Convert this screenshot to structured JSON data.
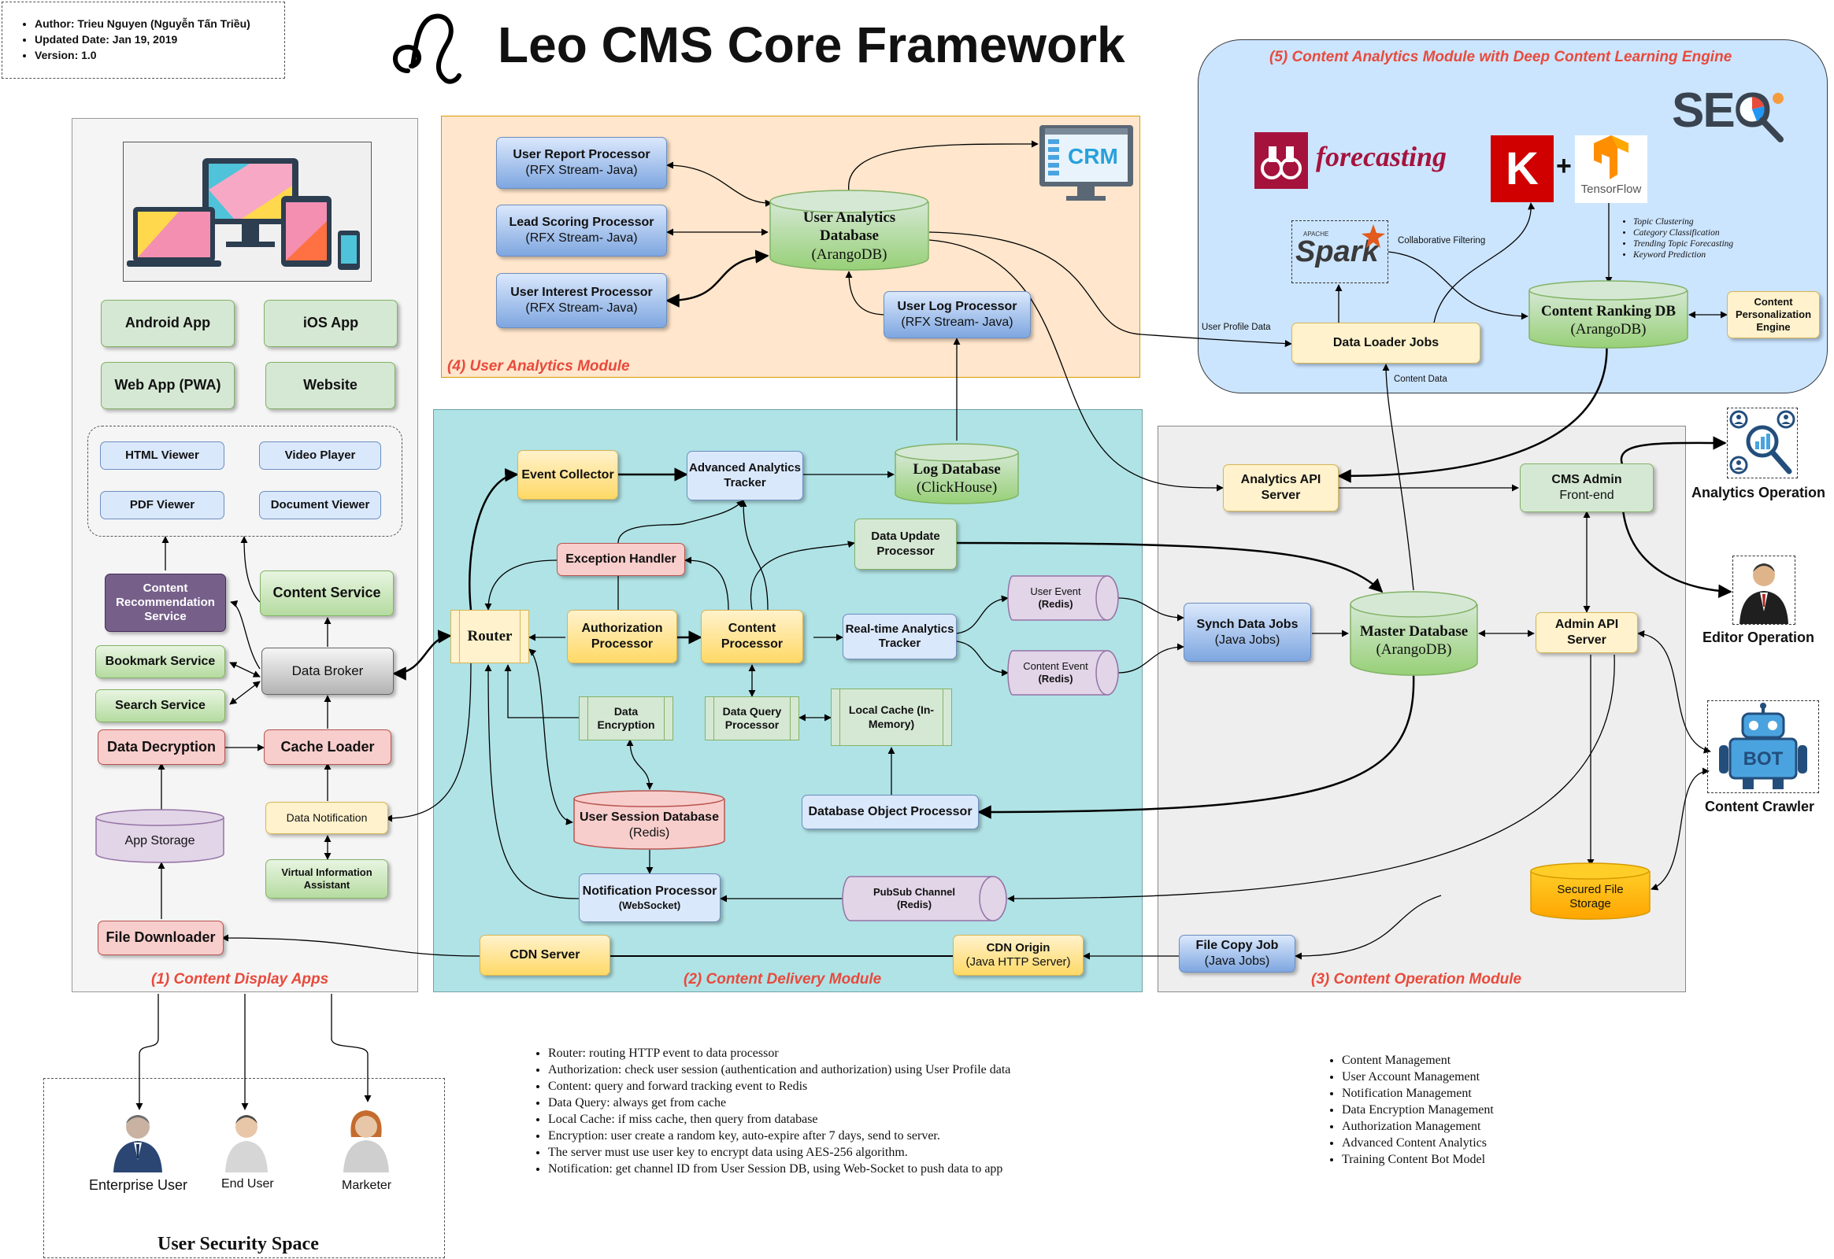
{
  "header": {
    "title": "Leo CMS Core Framework",
    "meta": [
      "Author: Trieu Nguyen (Nguyễn Tấn Triều)",
      "Updated Date: Jan 19, 2019",
      "Version: 1.0"
    ]
  },
  "panels": {
    "display": "(1) Content Display Apps",
    "delivery": "(2) Content Delivery Module",
    "operation": "(3) Content Operation Module",
    "analytics": "(4) User Analytics Module",
    "learning": "(5) Content Analytics Module with Deep Content Learning Engine",
    "security": "User Security Space"
  },
  "display": {
    "android": "Android App",
    "ios": "iOS App",
    "webapp": "Web App (PWA)",
    "website": "Website",
    "html_viewer": "HTML Viewer",
    "video_player": "Video Player",
    "pdf_viewer": "PDF Viewer",
    "document_viewer": "Document Viewer",
    "recommendation": "Content Recommendation Service",
    "content_service": "Content Service",
    "bookmark": "Bookmark Service",
    "search": "Search Service",
    "data_broker": "Data Broker",
    "decryption": "Data Decryption",
    "cache_loader": "Cache Loader",
    "app_storage": "App Storage",
    "data_notification": "Data Notification",
    "virtual_assistant": "Virtual Information Assistant",
    "file_downloader": "File Downloader"
  },
  "delivery": {
    "event_collector": "Event Collector",
    "advanced_tracker": "Advanced Analytics Tracker",
    "log_db": "Log Database",
    "log_db_sub": "(ClickHouse)",
    "exception_handler": "Exception Handler",
    "data_update": "Data Update Processor",
    "router": "Router",
    "auth_processor": "Authorization Processor",
    "content_processor": "Content Processor",
    "realtime_tracker": "Real-time Analytics Tracker",
    "user_event": "User Event",
    "user_event_sub": "(Redis)",
    "content_event": "Content Event",
    "content_event_sub": "(Redis)",
    "data_encryption": "Data Encryption",
    "data_query": "Data Query Processor",
    "local_cache": "Local Cache (In-Memory)",
    "session_db": "User Session Database",
    "session_db_sub": "(Redis)",
    "db_object": "Database Object Processor",
    "notification": "Notification Processor",
    "notification_sub": "(WebSocket)",
    "pubsub": "PubSub Channel",
    "pubsub_sub": "(Redis)",
    "cdn_server": "CDN Server",
    "cdn_origin": "CDN Origin",
    "cdn_origin_sub": "(Java HTTP Server)"
  },
  "analytics": {
    "user_report": "User Report Processor",
    "user_report_sub": "(RFX Stream- Java)",
    "lead_scoring": "Lead Scoring Processor",
    "lead_scoring_sub": "(RFX Stream- Java)",
    "user_interest": "User Interest Processor",
    "user_interest_sub": "(RFX Stream- Java)",
    "user_db": "User Analytics Database",
    "user_db_sub": "(ArangoDB)",
    "user_log": "User Log Processor",
    "user_log_sub": "(RFX Stream- Java)",
    "crm": "CRM"
  },
  "operation": {
    "analytics_api": "Analytics API Server",
    "cms_admin": "CMS Admin",
    "cms_admin_sub": "Front-end",
    "synch_jobs": "Synch Data Jobs",
    "synch_jobs_sub": "(Java Jobs)",
    "master_db": "Master Database",
    "master_db_sub": "(ArangoDB)",
    "admin_api": "Admin API Server",
    "secured_storage": "Secured File Storage",
    "file_copy": "File Copy Job",
    "file_copy_sub": "(Java Jobs)"
  },
  "learning": {
    "forecasting": "forecasting",
    "k_logo": "K",
    "tensorflow": "TensorFlow",
    "seo": "SEO",
    "spark_apache": "APACHE",
    "spark": "Spark",
    "collab": "Collaborative Filtering",
    "topics": [
      "Topic Clustering",
      "Category Classification",
      "Trending Topic Forecasting",
      "Keyword Prediction"
    ],
    "loader": "Data Loader Jobs",
    "ranking_db": "Content Ranking DB",
    "ranking_db_sub": "(ArangoDB)",
    "personalization": "Content Personalization Engine",
    "user_profile_data": "User Profile Data",
    "content_data": "Content Data"
  },
  "actors": {
    "analytics_op": "Analytics Operation",
    "editor_op": "Editor Operation",
    "crawler": "Content Crawler",
    "bot_label": "BOT",
    "enterprise": "Enterprise User",
    "end_user": "End User",
    "marketer": "Marketer"
  },
  "notes": {
    "delivery": [
      "Router: routing HTTP event to data processor",
      "Authorization: check user session (authentication and authorization) using User Profile data",
      "Content: query and forward tracking event to Redis",
      "Data Query: always get from cache",
      "Local Cache: if miss cache, then query from database",
      "Encryption: user create a random key, auto-expire after 7 days, send to server.",
      "The server must use user key to encrypt data using AES-256 algorithm.",
      "Notification: get channel ID from User Session DB, using Web-Socket to push data to app"
    ],
    "operation": [
      "Content Management",
      "User Account Management",
      "Notification Management",
      "Data Encryption Management",
      "Authorization Management",
      "Advanced Content Analytics",
      "Training Content Bot Model"
    ]
  },
  "colors": {
    "panel_title": "#e84a3c",
    "delivery_bg": "#b0e3e6",
    "analytics_bg": "#ffe6cc",
    "learning_bg": "#cce5ff",
    "display_bg": "#f5f5f5",
    "operation_bg": "#eeeeee"
  }
}
